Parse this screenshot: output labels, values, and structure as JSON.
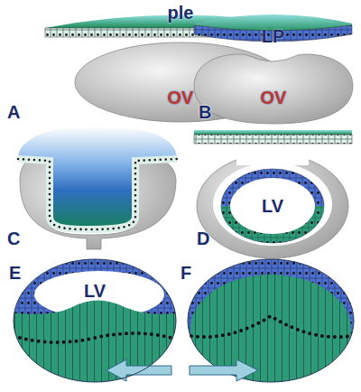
{
  "diagram": {
    "nodes": [
      {
        "text": [
          "ple"
        ]
      },
      {
        "text": [
          "OV"
        ]
      },
      {
        "text": [
          "LP"
        ]
      },
      {
        "text": [
          "OV"
        ]
      },
      {
        "text": [
          "LV"
        ]
      },
      {
        "text": [
          "LV"
        ]
      }
    ],
    "labels": [
      "A",
      "B",
      "C",
      "D",
      "E",
      "F"
    ]
  }
}
